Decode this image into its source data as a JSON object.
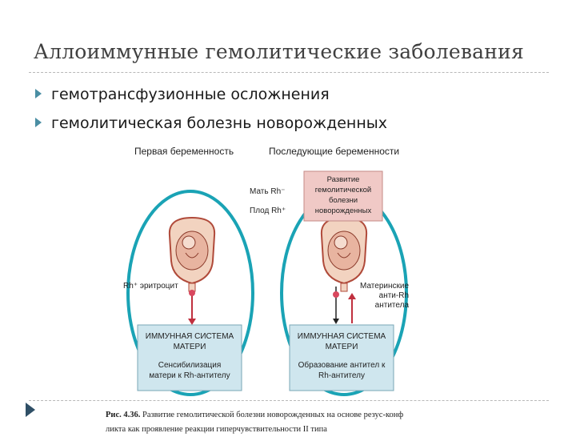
{
  "slide": {
    "title": "Аллоиммунные гемолитические заболевания",
    "bullets": [
      "гемотрансфузионные осложнения",
      "гемолитическая болезнь новорожденных"
    ]
  },
  "figure": {
    "first_pregnancy": "Первая беременность",
    "later_pregnancies": "Последующие беременности",
    "mother_rh": "Мать Rh⁻",
    "fetus_rh": "Плод Rh⁺",
    "rh_erythrocyte": "Rh⁺ эритроцит",
    "maternal_antibodies_1": "Материнские",
    "maternal_antibodies_2": "анти-Rh",
    "maternal_antibodies_3": "антитела",
    "disease_box": [
      "Развитие",
      "гемолитической",
      "болезни",
      "новорожденных"
    ],
    "left_box": {
      "title_1": "ИММУННАЯ СИСТЕМА",
      "title_2": "МАТЕРИ",
      "sub_1": "Сенсибилизация",
      "sub_2": "матери к Rh-антителу"
    },
    "right_box": {
      "title_1": "ИММУННАЯ СИСТЕМА",
      "title_2": "МАТЕРИ",
      "sub_1": "Образование антител к",
      "sub_2": "Rh-антителу"
    }
  },
  "caption": {
    "prefix": "Рис. 4.36.",
    "line1": " Развитие гемолитической болезни новорожденных на основе резус-конф",
    "line2": "ликта как проявление реакции гиперчувствительности II типа"
  },
  "colors": {
    "accent": "#4a8ea3",
    "oval": "#1aa3b5",
    "box_fill": "#cfe6ee",
    "disease_box_fill": "#f0c9c6",
    "arrow": "#c0303f"
  }
}
